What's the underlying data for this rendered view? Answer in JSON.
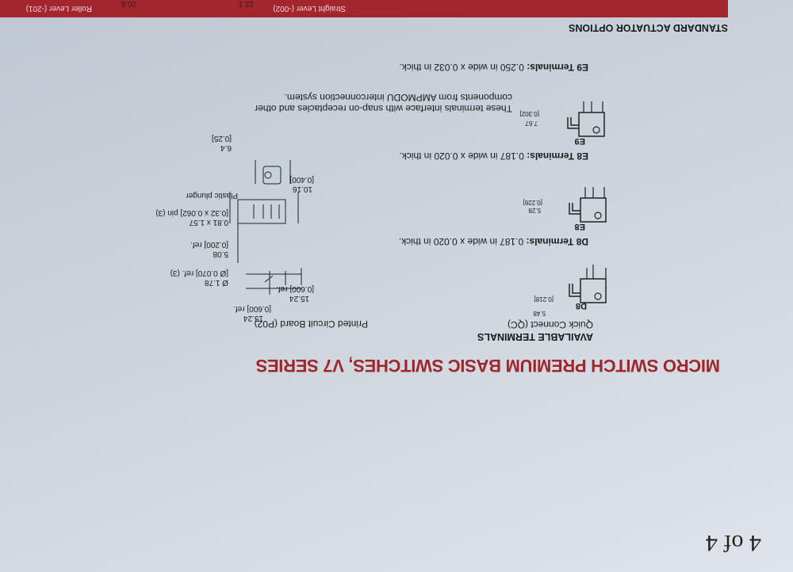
{
  "page_number": "4 of 4",
  "title": "MICRO SWITCH PREMIUM BASIC SWITCHES, V7 SERIES",
  "available_terminals": {
    "heading": "AVAILABLE TERMINALS",
    "pcb_label": "Printed Circuit Board (P02)",
    "qc_label": "Quick Connect (QC)"
  },
  "pcb_dims": {
    "d1": "15.24",
    "d1_in": "[0.600] ref.",
    "d2": "15.24",
    "d2_in": "[0.600] ref.",
    "d3": "Ø 1.78",
    "d3_in": "[Ø 0.070] ref. (3)",
    "d4": "5.08",
    "d4_in": "[0.200] ref.",
    "d5": "0.81 x 1.57",
    "d5_in": "[0.32 x 0.062] pin (3)",
    "plunger": "Plastic plunger",
    "d6": "10.16",
    "d6_in": "[0.400]",
    "d7": "6.4",
    "d7_in": "[0.25]"
  },
  "terminals": [
    {
      "code": "D8",
      "dim": "5.48",
      "dim_in": "[0.218]",
      "spec_bold": "D8 Terminals:",
      "spec_text": "0.187 in wide x 0.020 in thick."
    },
    {
      "code": "E8",
      "dim": "5.28",
      "dim_in": "[0.226]",
      "spec_bold": "E8 Terminals:",
      "spec_text": "0.187 in wide x 0.020 in thick."
    },
    {
      "code": "E9",
      "dim": "7.67",
      "dim_in": "[0.302]",
      "spec_bold": "E9 Terminals:",
      "spec_text": "0.250 in wide x 0.032 in thick."
    }
  ],
  "e9_note_1": "These terminals interface with snap-on receptacles and other",
  "e9_note_2": "components from AMPMODU interconnection system.",
  "actuator": {
    "heading": "STANDARD ACTUATOR OPTIONS",
    "col1": "Straight Lever (-002)",
    "col2": "Roller Lever (-201)",
    "val1": "22.1",
    "val2": "20.6"
  },
  "colors": {
    "accent": "#a3262e",
    "paper": "#d8dee5"
  }
}
